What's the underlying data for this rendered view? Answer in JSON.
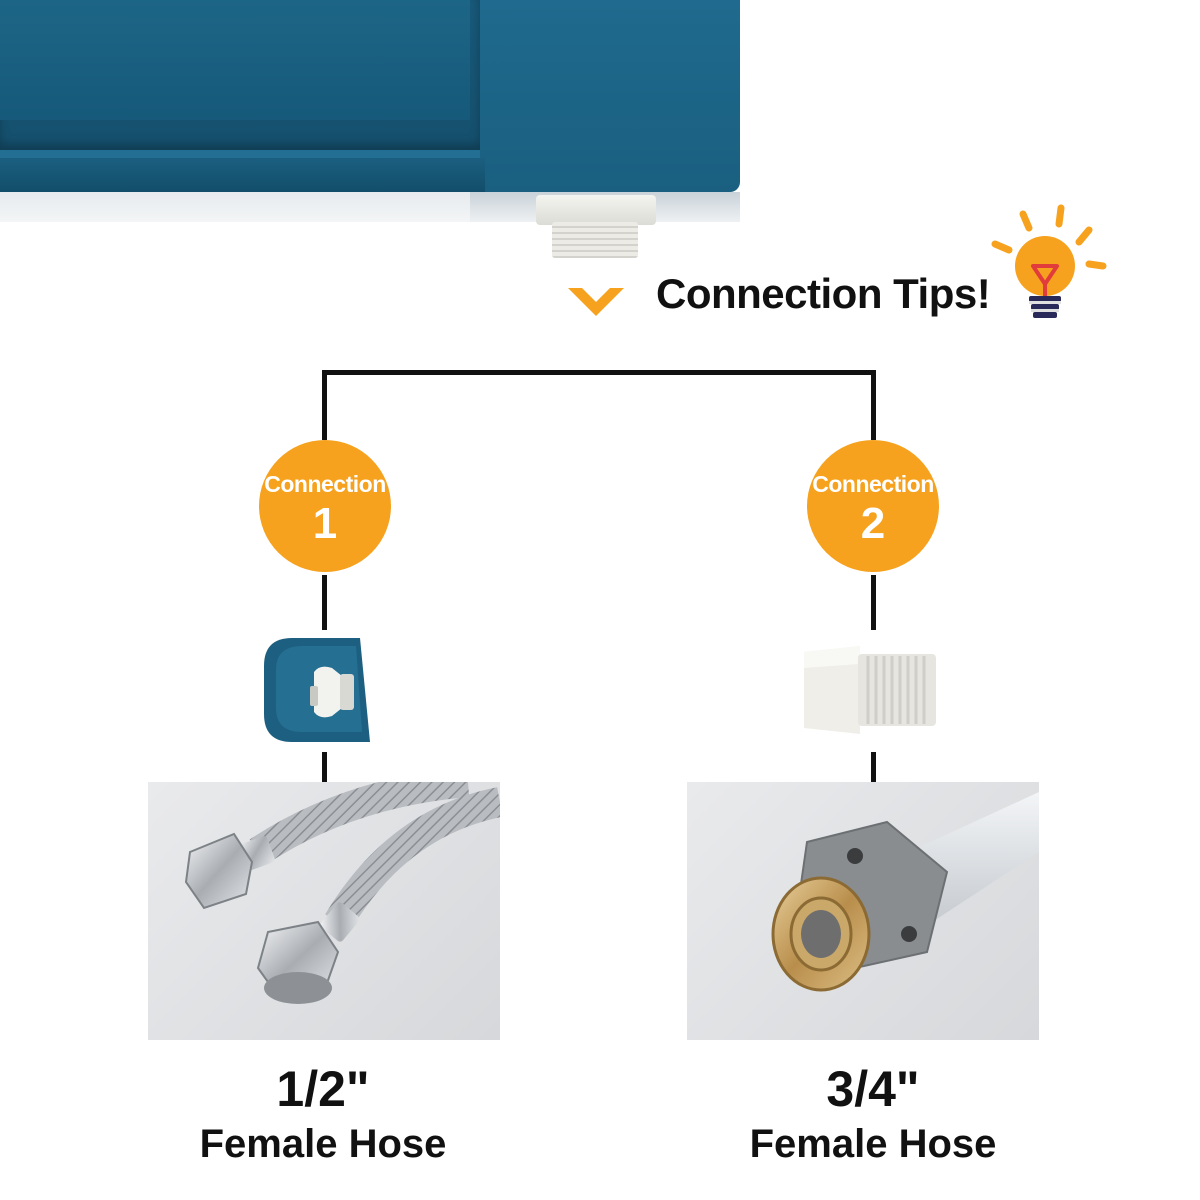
{
  "header": {
    "title": "Connection Tips!"
  },
  "connections": [
    {
      "label": "Connection",
      "number": "1",
      "size": "1/2\"",
      "hose_type": "Female Hose"
    },
    {
      "label": "Connection",
      "number": "2",
      "size": "3/4\"",
      "hose_type": "Female Hose"
    }
  ],
  "colors": {
    "accent_orange": "#f6a21e",
    "unit_teal": "#1a5f80",
    "line_black": "#111111"
  },
  "icons": [
    "chevron-down-icon",
    "light-bulb-icon"
  ]
}
